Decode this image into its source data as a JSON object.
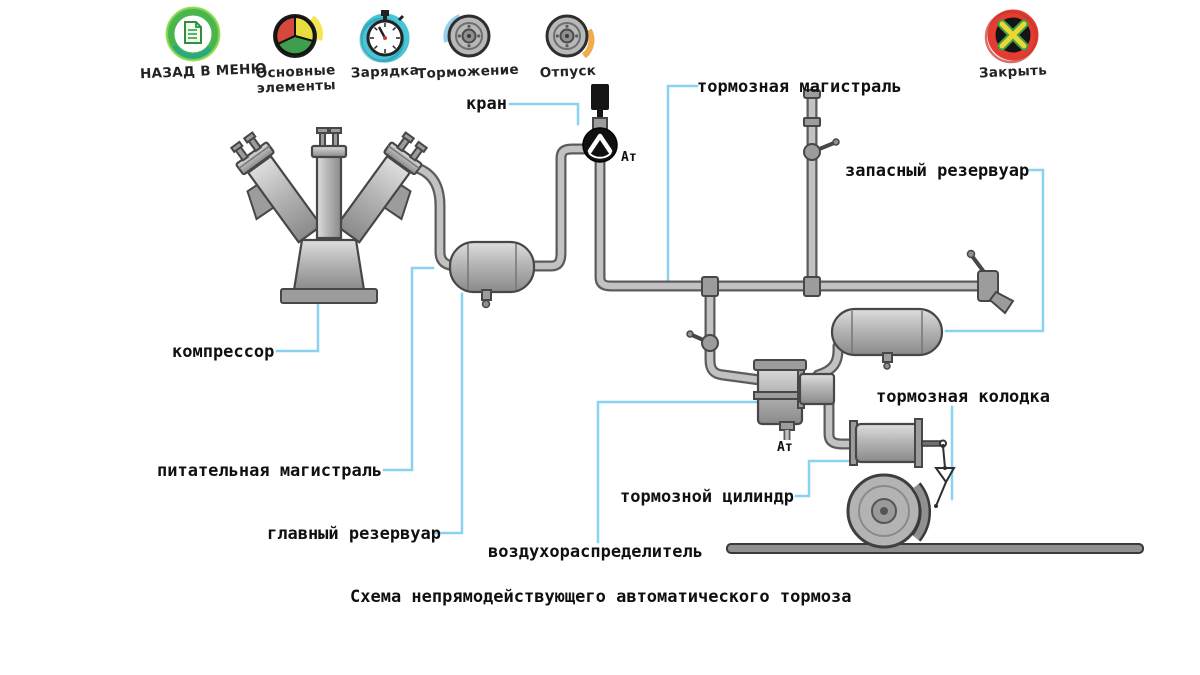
{
  "toolbar": {
    "buttons": [
      {
        "id": "back-to-menu",
        "label": "НАЗАД В МЕНЮ",
        "icon": "document-icon"
      },
      {
        "id": "basic-elements",
        "label": "Основные элементы",
        "icon": "pie-chart-icon"
      },
      {
        "id": "charging",
        "label": "Зарядка",
        "icon": "stopwatch-icon"
      },
      {
        "id": "braking",
        "label": "Торможение",
        "icon": "train-wheel-icon"
      },
      {
        "id": "release",
        "label": "Отпуск",
        "icon": "train-wheel-icon"
      },
      {
        "id": "close",
        "label": "Закрыть",
        "icon": "close-icon"
      }
    ]
  },
  "diagram": {
    "labels": {
      "valve": "кран",
      "brake_main": "тормозная магистраль",
      "spare_reservoir": "запасный резервуар",
      "compressor": "компрессор",
      "feed_main": "питательная магистраль",
      "main_reservoir": "главный резервуар",
      "air_distributor": "воздухораспределитель",
      "brake_shoe": "тормозная колодка",
      "brake_cylinder": "тормозной цилиндр",
      "atmosphere_at_valve": "Ат",
      "atmosphere_at_distributor": "Ат"
    },
    "caption": "Схема непрямодействующего автоматического тормоза"
  },
  "colors": {
    "background": "#ffffff",
    "callout_line": "#8ad2ef",
    "metal_fill": "#b5b5b5",
    "metal_outline": "#474747",
    "label_text": "#101010"
  }
}
